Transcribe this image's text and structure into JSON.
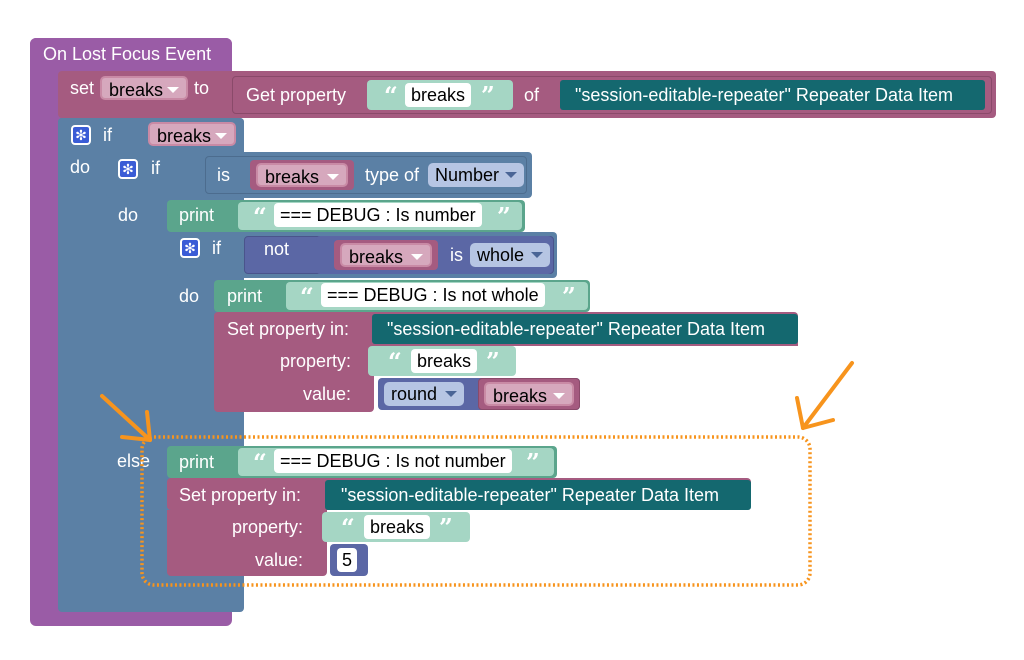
{
  "event": {
    "title": "On Lost Focus Event"
  },
  "set_var": {
    "keyword": "set",
    "variable": "breaks",
    "to": "to"
  },
  "get_property": {
    "label": "Get property",
    "property": "breaks",
    "of": "of",
    "component": "\"session-editable-repeater\" Repeater Data Item"
  },
  "if1": {
    "keyword": "if",
    "variable": "breaks",
    "do": "do",
    "else": "else"
  },
  "if2": {
    "keyword": "if",
    "do": "do",
    "is": "is",
    "variable": "breaks",
    "type_of": "type of",
    "type": "Number"
  },
  "print1": {
    "label": "print",
    "text": "=== DEBUG : Is number"
  },
  "if3": {
    "keyword": "if",
    "not": "not",
    "variable": "breaks",
    "is": "is",
    "check": "whole",
    "do": "do"
  },
  "print2": {
    "label": "print",
    "text": "=== DEBUG : Is not whole"
  },
  "setprop1": {
    "label": "Set property in:",
    "component": "\"session-editable-repeater\" Repeater Data Item",
    "property_label": "property:",
    "property": "breaks",
    "value_label": "value:",
    "round": "round",
    "variable": "breaks"
  },
  "print3": {
    "label": "print",
    "text": "=== DEBUG : Is not number"
  },
  "setprop2": {
    "label": "Set property in:",
    "component": "\"session-editable-repeater\" Repeater Data Item",
    "property_label": "property:",
    "property": "breaks",
    "value_label": "value:",
    "value": "5"
  },
  "quotes": {
    "open": "“",
    "close": "”"
  },
  "icons": {
    "mutator": "gear-icon",
    "dropdown": "chevron-down-icon",
    "annotation": "arrow-icon"
  },
  "colors": {
    "event": "#9a5ca6",
    "variables": "#a55b80",
    "control": "#5b80a5",
    "text": "#5ba58c",
    "component": "#14686f",
    "logic": "#5b67a5",
    "highlight": "#f7941d"
  }
}
